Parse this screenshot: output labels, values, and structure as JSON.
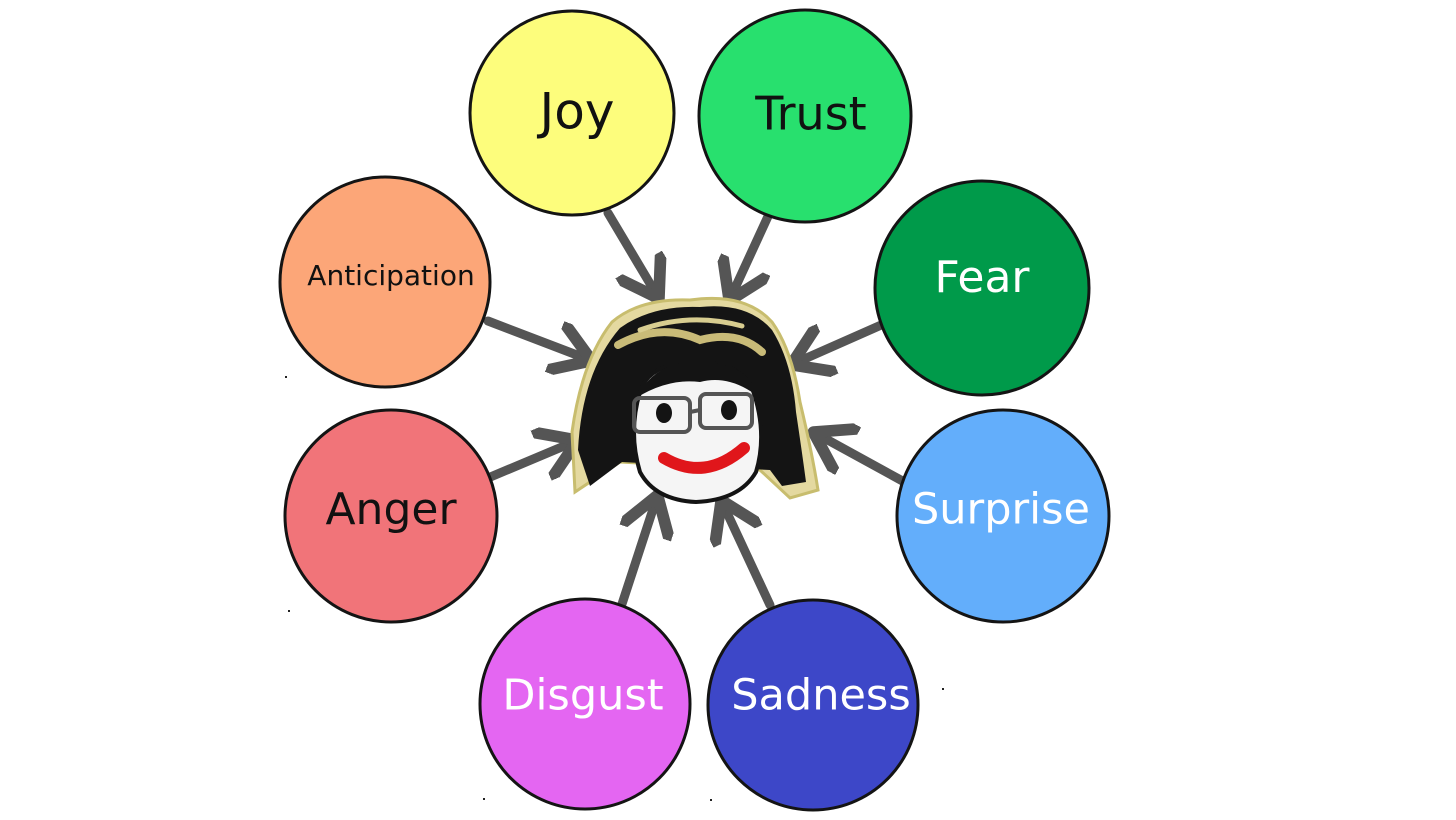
{
  "emotions": [
    {
      "key": "joy",
      "label": "Joy",
      "color": "#fdfd7c",
      "text_color": "#111111"
    },
    {
      "key": "trust",
      "label": "Trust",
      "color": "#28e06e",
      "text_color": "#111111"
    },
    {
      "key": "fear",
      "label": "Fear",
      "color": "#009a4a",
      "text_color": "#ffffff"
    },
    {
      "key": "surprise",
      "label": "Surprise",
      "color": "#63aefb",
      "text_color": "#ffffff"
    },
    {
      "key": "sadness",
      "label": "Sadness",
      "color": "#3d47c8",
      "text_color": "#ffffff"
    },
    {
      "key": "disgust",
      "label": "Disgust",
      "color": "#e466f2",
      "text_color": "#ffffff"
    },
    {
      "key": "anger",
      "label": "Anger",
      "color": "#f17479",
      "text_color": "#111111"
    },
    {
      "key": "anticipation",
      "label": "Anticipation",
      "color": "#fca678",
      "text_color": "#111111"
    }
  ],
  "center_icon": "person-face-icon",
  "arrow_color": "#555555"
}
